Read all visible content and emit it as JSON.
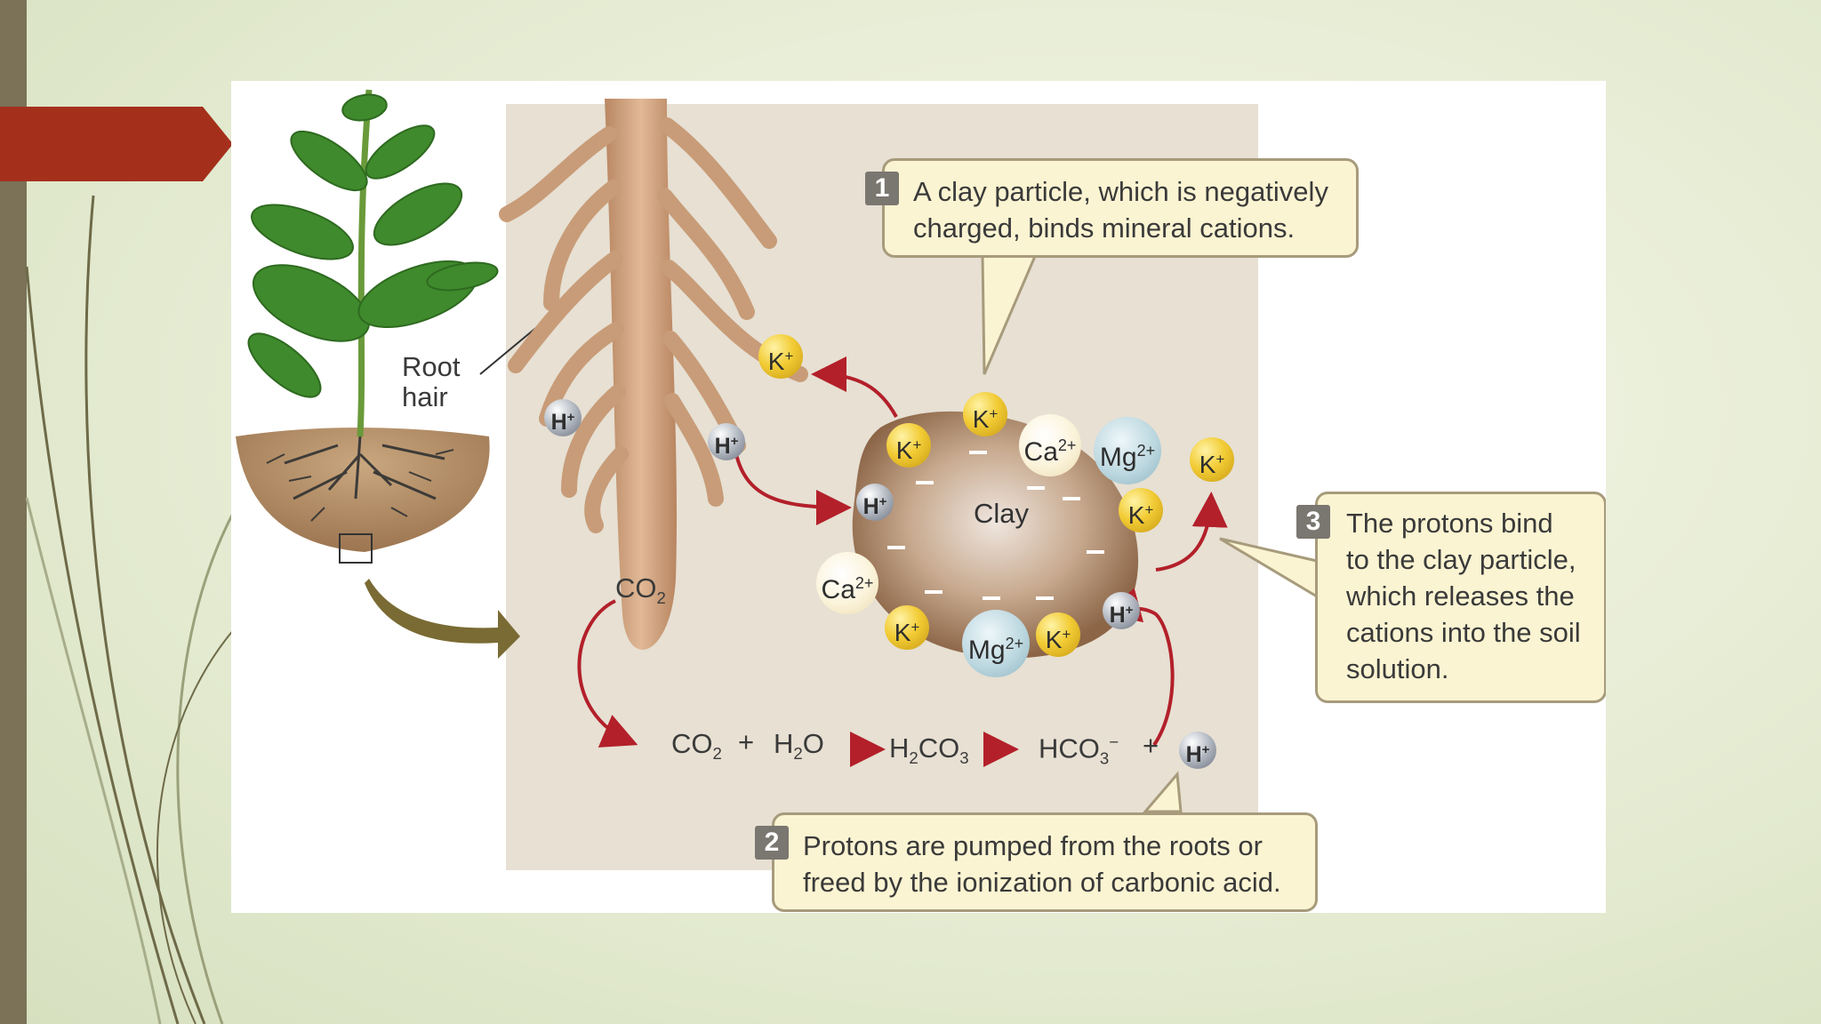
{
  "slide": {
    "accent_color": "#a4301c",
    "sidebar_color": "#7b7257"
  },
  "figure": {
    "root_hair_label_line1": "Root",
    "root_hair_label_line2": "hair",
    "clay_label": "Clay",
    "co2_label": "CO",
    "co2_sub": "2",
    "ions": {
      "k": "K",
      "k_charge": "+",
      "h": "H",
      "h_charge": "+",
      "ca": "Ca",
      "ca_charge": "2+",
      "mg": "Mg",
      "mg_charge": "2+"
    },
    "equation": {
      "co2": "CO",
      "co2_sub": "2",
      "plus1": "+",
      "h2o_h": "H",
      "h2o_sub": "2",
      "h2o_o": "O",
      "h2co3_h": "H",
      "h2co3_sub1": "2",
      "h2co3_co": "CO",
      "h2co3_sub2": "3",
      "hco3": "HCO",
      "hco3_sub": "3",
      "hco3_charge": "−",
      "plus2": "+"
    },
    "callouts": [
      {
        "number": "1",
        "line1": "A clay particle, which is negatively",
        "line2": "charged, binds mineral cations."
      },
      {
        "number": "2",
        "line1": "Protons are pumped from the roots or",
        "line2": "freed by the ionization of carbonic acid."
      },
      {
        "number": "3",
        "line1": "The protons bind",
        "line2": "to the clay particle,",
        "line3": "which releases the",
        "line4": "cations into the soil",
        "line5": "solution."
      }
    ]
  }
}
